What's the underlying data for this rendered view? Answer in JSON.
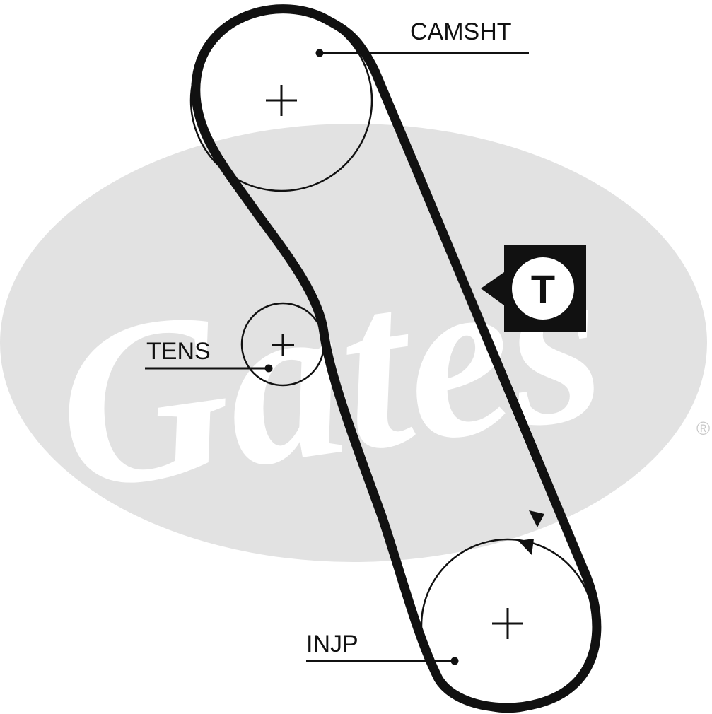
{
  "diagram": {
    "labels": {
      "camshaft": "CAMSHT",
      "tensioner": "TENS",
      "injection_pump": "INJP"
    },
    "tension_marker": "T",
    "watermark": {
      "brand": "Gates",
      "registered": "®"
    },
    "colors": {
      "belt": "#111111",
      "pulley_outline": "#111111",
      "watermark_ellipse": "#e2e2e2",
      "watermark_text": "#ffffff",
      "tension_box": "#111111"
    },
    "icons": [
      "crosshair-icon",
      "timing-arrow-icon",
      "tension-marker-icon"
    ]
  }
}
